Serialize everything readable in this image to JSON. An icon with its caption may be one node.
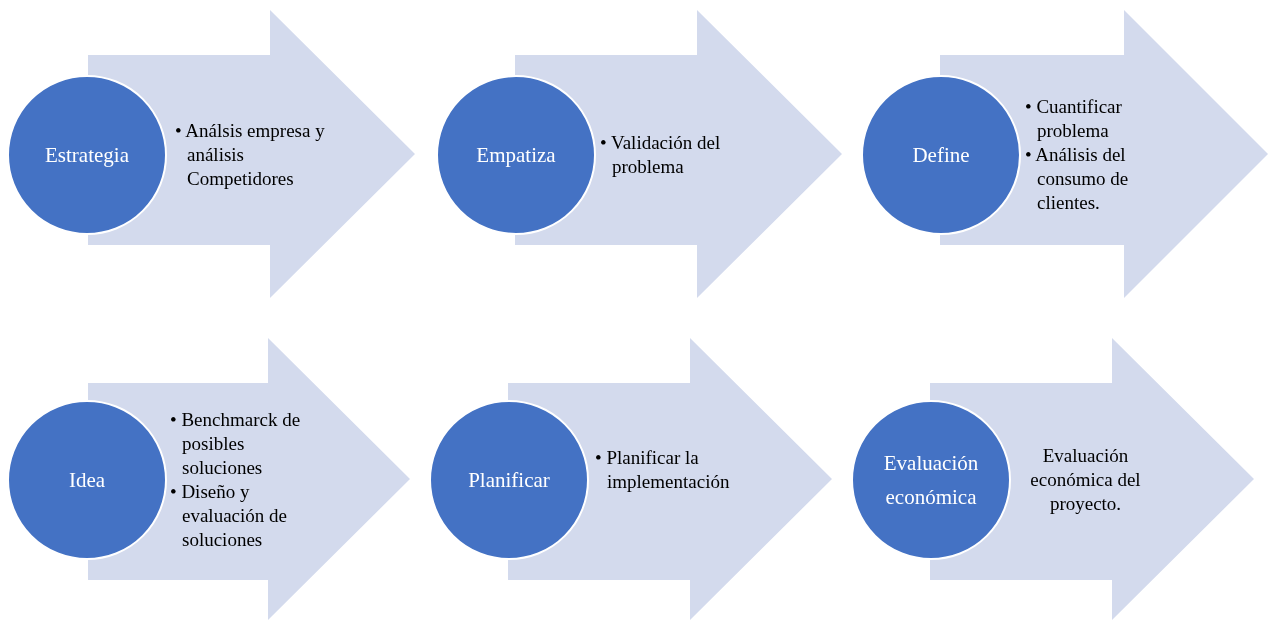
{
  "diagram": {
    "nodes": [
      {
        "text": [
          "Estrategia"
        ]
      },
      {
        "text": [
          "• Análsis empresa y análisis Competidores"
        ]
      },
      {
        "text": [
          "Empatiza"
        ]
      },
      {
        "text": [
          "• Validación del problema"
        ]
      },
      {
        "text": [
          "Define"
        ]
      },
      {
        "text": [
          "• Cuantificar problema",
          "• Análisis del consumo de clientes."
        ]
      },
      {
        "text": [
          "Idea"
        ]
      },
      {
        "text": [
          "• Benchmarck de posibles soluciones",
          "• Diseño y evaluación de soluciones"
        ]
      },
      {
        "text": [
          "Planificar"
        ]
      },
      {
        "text": [
          "• Planificar la implementación"
        ]
      },
      {
        "text": [
          "Evaluación económica"
        ]
      },
      {
        "text": [
          "Evaluación económica del proyecto."
        ]
      }
    ],
    "edges": []
  }
}
